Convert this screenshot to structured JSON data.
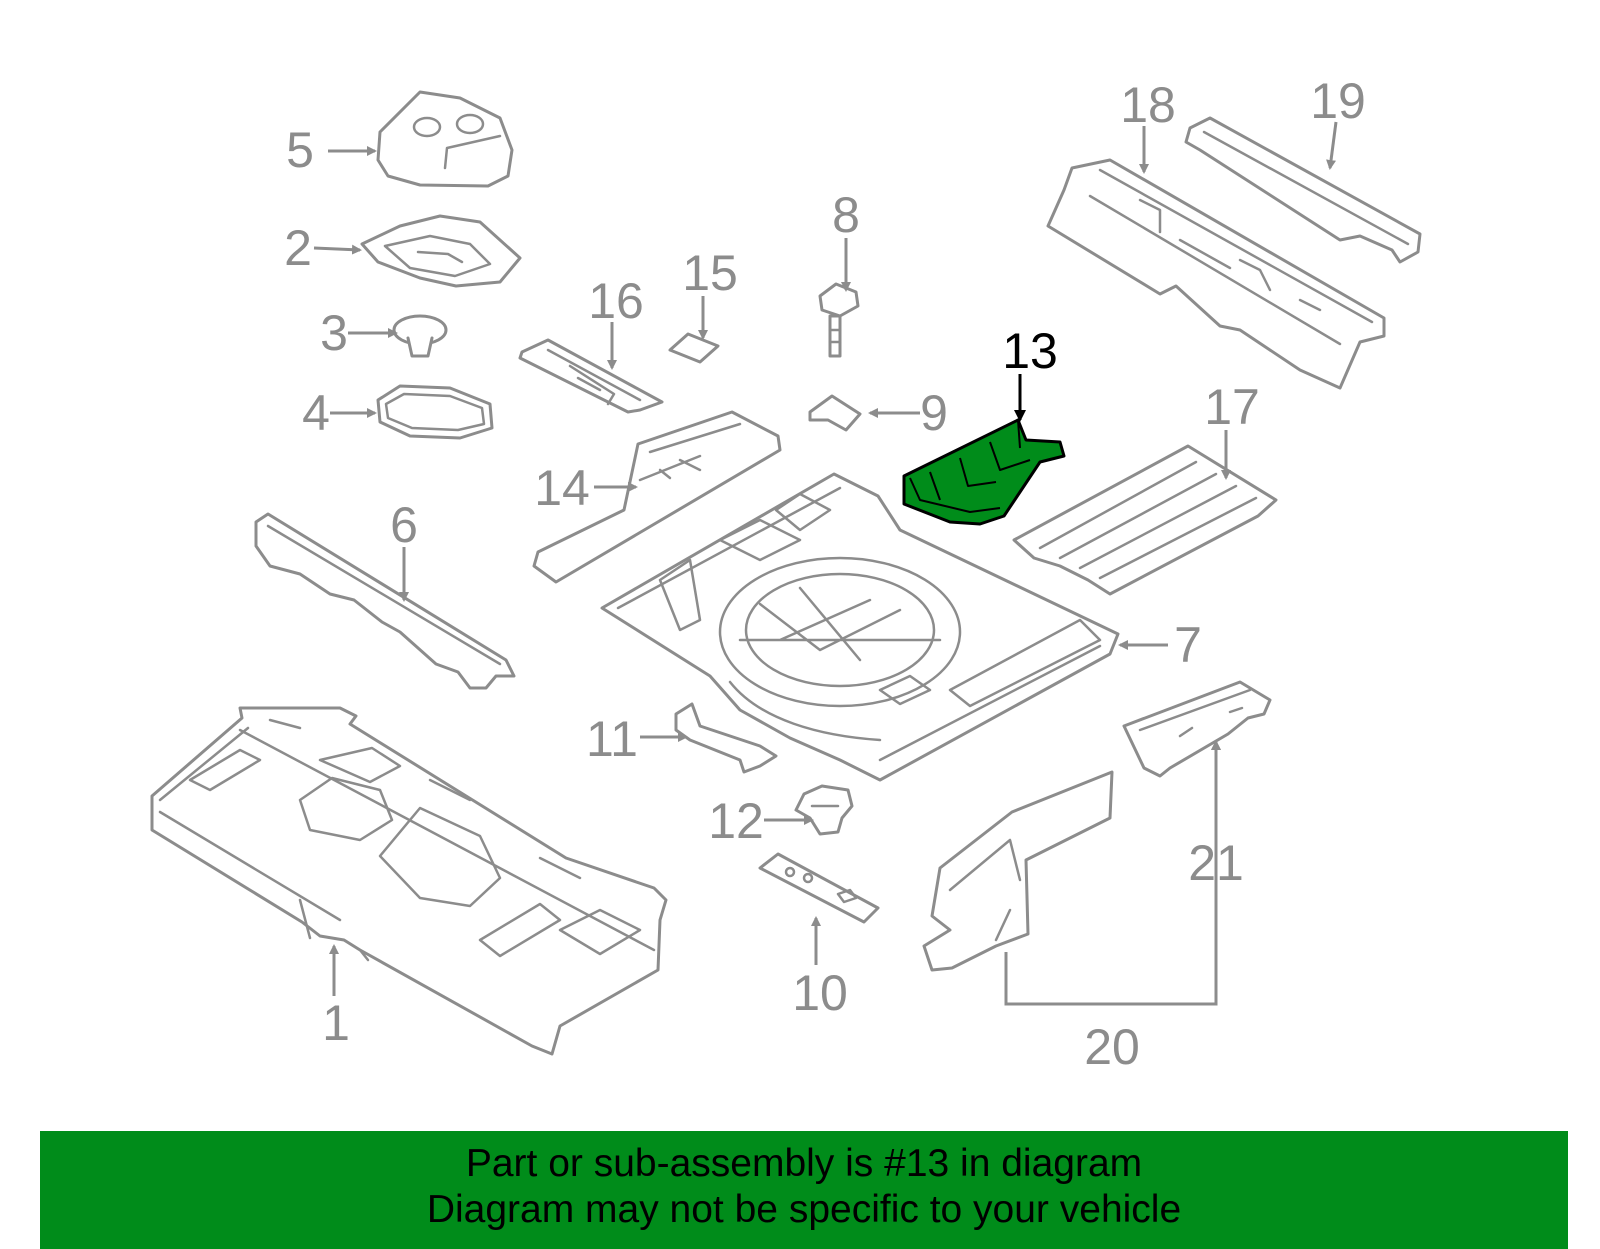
{
  "diagram": {
    "highlight_color": "#008c1a",
    "highlighted_part": "13",
    "callouts": {
      "p1": "1",
      "p2": "2",
      "p3": "3",
      "p4": "4",
      "p5": "5",
      "p6": "6",
      "p7": "7",
      "p8": "8",
      "p9": "9",
      "p10": "10",
      "p11": "11",
      "p12": "12",
      "p13": "13",
      "p14": "14",
      "p15": "15",
      "p16": "16",
      "p17": "17",
      "p18": "18",
      "p19": "19",
      "p20": "20",
      "p21": "21"
    }
  },
  "banner": {
    "line1": "Part or sub-assembly is #13 in diagram",
    "line2": "Diagram may not be specific to your vehicle"
  }
}
